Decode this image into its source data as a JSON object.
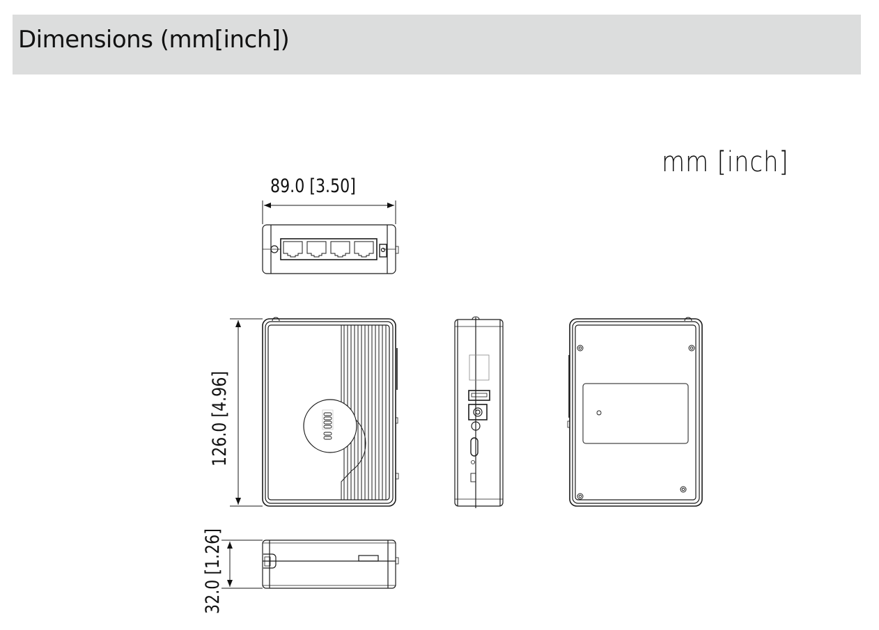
{
  "header": {
    "title": "Dimensions (mm[inch])",
    "background": "#dcdddd"
  },
  "drawing": {
    "unit_label": "mm [inch]",
    "line_color": "#1a1a1a",
    "dimensions": {
      "width": {
        "label": "89.0 [3.50]",
        "mm": 89.0,
        "inch": 3.5
      },
      "length": {
        "label": "126.0 [4.96]",
        "mm": 126.0,
        "inch": 4.96
      },
      "height": {
        "label": "32.0 [1.26]",
        "mm": 32.0,
        "inch": 1.26
      }
    },
    "views": [
      {
        "name": "end-view",
        "features": [
          "led-indicator",
          "rj45-port-1",
          "rj45-port-2",
          "rj45-port-3",
          "rj45-port-4",
          "dc-power-jack"
        ]
      },
      {
        "name": "top-view",
        "features": [
          "status-led-panel",
          "heatsink-ribs"
        ]
      },
      {
        "name": "side-view",
        "features": [
          "label-area",
          "usb-port",
          "dc-jack",
          "button",
          "sim-slot",
          "reset-hole",
          "switch"
        ]
      },
      {
        "name": "bottom-view",
        "features": [
          "mounting-screw-1",
          "mounting-screw-2",
          "mounting-screw-3",
          "mounting-screw-4",
          "label-plate"
        ]
      },
      {
        "name": "profile-view",
        "features": [
          "clip",
          "connector-block"
        ]
      }
    ]
  }
}
